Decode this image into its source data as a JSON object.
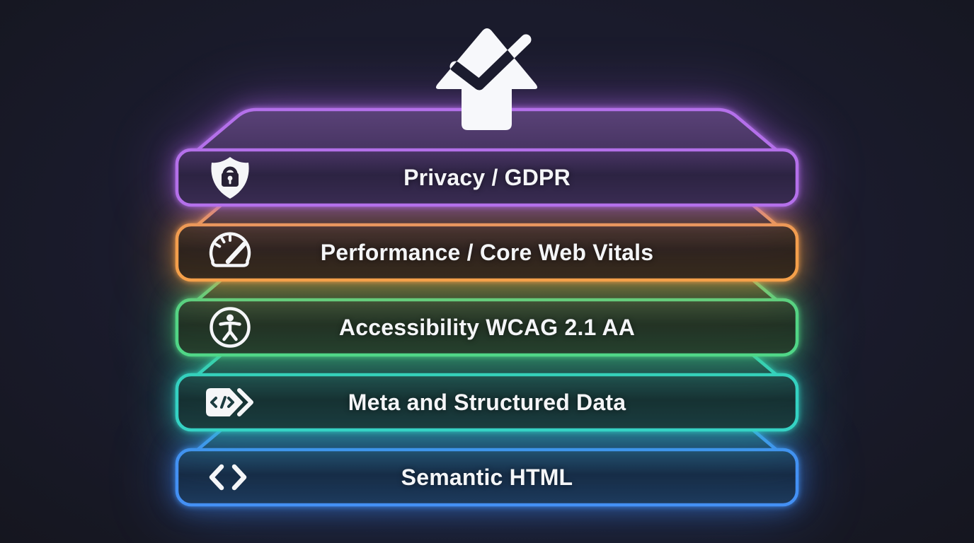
{
  "background_color": "#1b1c2e",
  "text_color": "#f4f5f7",
  "header": {
    "icon": "house-checkmark-icon",
    "icon_color": "#f7f8fb",
    "checkmark_color": "#1b1c2e"
  },
  "stack": {
    "layers": [
      {
        "label": "Privacy / GDPR",
        "icon": "shield-lock-icon",
        "border_color": "#b470ea"
      },
      {
        "label": "Performance / Core Web Vitals",
        "icon": "speedometer-icon",
        "border_color": "#f5a04a"
      },
      {
        "label": "Accessibility WCAG 2.1 AA",
        "icon": "accessibility-person-icon",
        "border_color": "#50d687"
      },
      {
        "label": "Meta and Structured Data",
        "icon": "code-tag-icon",
        "border_color": "#35d2c4"
      },
      {
        "label": "Semantic HTML",
        "icon": "code-brackets-icon",
        "border_color": "#4490f4"
      }
    ]
  }
}
